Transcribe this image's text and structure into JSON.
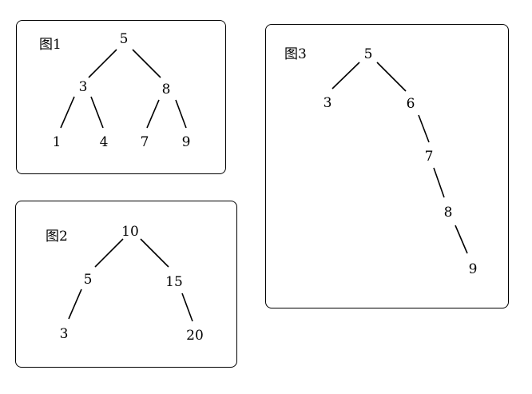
{
  "figures": [
    {
      "caption": "图1",
      "nodes": [
        {
          "id": "a5",
          "label": "5"
        },
        {
          "id": "a3",
          "label": "3"
        },
        {
          "id": "a8",
          "label": "8"
        },
        {
          "id": "a1",
          "label": "1"
        },
        {
          "id": "a4",
          "label": "4"
        },
        {
          "id": "a7",
          "label": "7"
        },
        {
          "id": "a9",
          "label": "9"
        }
      ],
      "edges": [
        [
          "a5",
          "a3"
        ],
        [
          "a5",
          "a8"
        ],
        [
          "a3",
          "a1"
        ],
        [
          "a3",
          "a4"
        ],
        [
          "a8",
          "a7"
        ],
        [
          "a8",
          "a9"
        ]
      ]
    },
    {
      "caption": "图2",
      "nodes": [
        {
          "id": "b10",
          "label": "10"
        },
        {
          "id": "b5",
          "label": "5"
        },
        {
          "id": "b15",
          "label": "15"
        },
        {
          "id": "b3",
          "label": "3"
        },
        {
          "id": "b20",
          "label": "20"
        }
      ],
      "edges": [
        [
          "b10",
          "b5"
        ],
        [
          "b10",
          "b15"
        ],
        [
          "b5",
          "b3"
        ],
        [
          "b15",
          "b20"
        ]
      ]
    },
    {
      "caption": "图3",
      "nodes": [
        {
          "id": "c5",
          "label": "5"
        },
        {
          "id": "c3",
          "label": "3"
        },
        {
          "id": "c6",
          "label": "6"
        },
        {
          "id": "c7",
          "label": "7"
        },
        {
          "id": "c8",
          "label": "8"
        },
        {
          "id": "c9",
          "label": "9"
        }
      ],
      "edges": [
        [
          "c5",
          "c3"
        ],
        [
          "c5",
          "c6"
        ],
        [
          "c6",
          "c7"
        ],
        [
          "c7",
          "c8"
        ],
        [
          "c8",
          "c9"
        ]
      ]
    }
  ]
}
